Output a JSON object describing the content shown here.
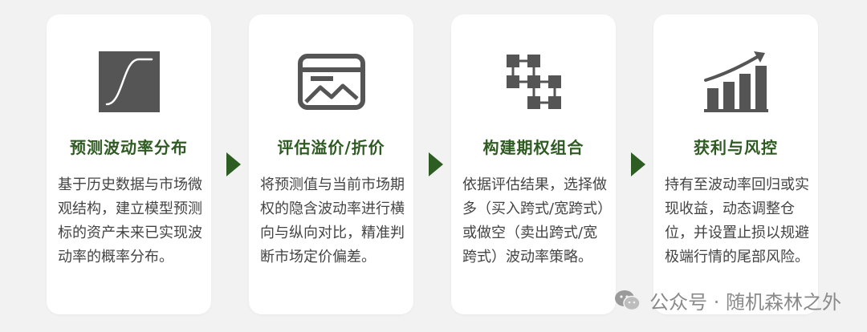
{
  "steps": [
    {
      "icon": "s-curve-icon",
      "title": "预测波动率分布",
      "description": "基于历史数据与市场微观结构，建立模型预测标的资产未来已实现波动率的概率分布。"
    },
    {
      "icon": "image-window-icon",
      "title": "评估溢价/折价",
      "description": "将预测值与当前市场期权的隐含波动率进行横向与纵向对比，精准判断市场定价偏差。"
    },
    {
      "icon": "network-nodes-icon",
      "title": "构建期权组合",
      "description": "依据评估结果，选择做多（买入跨式/宽跨式）或做空（卖出跨式/宽跨式）波动率策略。"
    },
    {
      "icon": "rising-bars-icon",
      "title": "获利与风控",
      "description": "持有至波动率回归或实现收益，动态调整仓位，并设置止损以规避极端行情的尾部风险。"
    }
  ],
  "watermark": {
    "text": "公众号 · 随机森林之外"
  },
  "colors": {
    "accent": "#2f5b22",
    "icon": "#555555",
    "background": "#f2f2f2",
    "card": "#ffffff"
  }
}
